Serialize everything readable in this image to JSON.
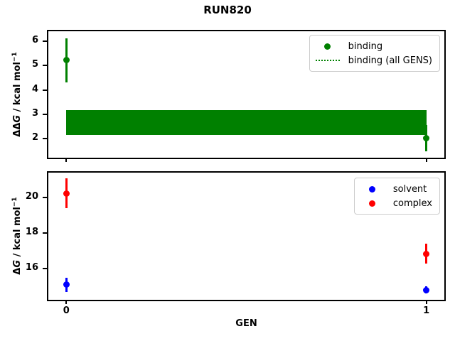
{
  "title": "RUN820",
  "colors": {
    "binding": "#008000",
    "solvent": "#0000ff",
    "complex": "#ff0000",
    "spine": "#000000"
  },
  "chart_data": [
    {
      "type": "scatter",
      "panel": "binding",
      "x": [
        0,
        1
      ],
      "xlim": [
        -0.05,
        1.05
      ],
      "xticks": [
        0,
        1
      ],
      "show_xtick_labels": false,
      "ylim": [
        1.2,
        6.42
      ],
      "yticks": [
        2,
        3,
        4,
        5,
        6
      ],
      "ylabel": "ΔΔG / kcal mol⁻¹",
      "ylabel_parts": {
        "prefix": "ΔΔ",
        "italic": "G",
        "unit": " / kcal mol",
        "sup": "−1"
      },
      "grid": false,
      "series": [
        {
          "name": "binding",
          "color": "#008000",
          "marker": "circle",
          "y": [
            5.22,
            2.0
          ],
          "yerr": [
            0.9,
            0.55
          ]
        }
      ],
      "band": {
        "name": "binding (all GENS)",
        "color": "#008000",
        "x": [
          0,
          1
        ],
        "y_min": 2.15,
        "y_max": 3.17
      },
      "legend": {
        "position": "upper right",
        "entries": [
          {
            "label": "binding",
            "swatch": "dot",
            "color": "#008000"
          },
          {
            "label": "binding (all GENS)",
            "swatch": "dotted-line",
            "color": "#008000"
          }
        ]
      }
    },
    {
      "type": "scatter",
      "panel": "dG",
      "x": [
        0,
        1
      ],
      "xlim": [
        -0.05,
        1.05
      ],
      "xticks": [
        0,
        1
      ],
      "show_xtick_labels": true,
      "xlabel": "GEN",
      "ylim": [
        14.25,
        21.41
      ],
      "yticks": [
        16,
        18,
        20
      ],
      "ylabel": "ΔG / kcal mol⁻¹",
      "ylabel_parts": {
        "prefix": "Δ",
        "italic": "G",
        "unit": " / kcal mol",
        "sup": "−1"
      },
      "grid": false,
      "series": [
        {
          "name": "solvent",
          "color": "#0000ff",
          "marker": "circle",
          "y": [
            15.1,
            14.8
          ],
          "yerr": [
            0.4,
            0.2
          ]
        },
        {
          "name": "complex",
          "color": "#ff0000",
          "marker": "circle",
          "y": [
            20.25,
            16.85
          ],
          "yerr": [
            0.85,
            0.55
          ]
        }
      ],
      "legend": {
        "position": "upper right",
        "entries": [
          {
            "label": "solvent",
            "swatch": "dot",
            "color": "#0000ff"
          },
          {
            "label": "complex",
            "swatch": "dot",
            "color": "#ff0000"
          }
        ]
      }
    }
  ]
}
